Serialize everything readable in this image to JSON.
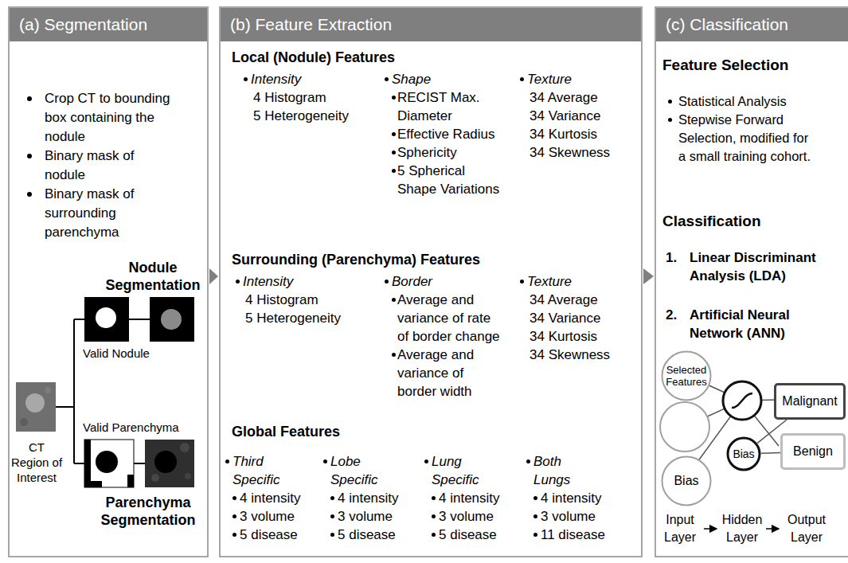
{
  "diagram": {
    "nodes": [
      {
        "text": [
          "(a) Segmentation"
        ]
      },
      {
        "text": [
          "(b) Feature Extraction"
        ]
      },
      {
        "text": [
          "(c) Classification"
        ]
      },
      {
        "text": [
          "Selected Features"
        ],
        "in": 2
      },
      {
        "text": [
          "Bias"
        ],
        "in": 2
      },
      {
        "text": [
          "Bias"
        ],
        "in": 2
      },
      {
        "text": [
          "Malignant"
        ],
        "in": 2
      },
      {
        "text": [
          "Benign"
        ],
        "in": 2
      }
    ],
    "edges": [
      {
        "from": 0,
        "to": 1,
        "arrow": "to"
      },
      {
        "from": 1,
        "to": 2,
        "arrow": "to"
      },
      {
        "from": 5,
        "to": 6,
        "arrow": "none"
      },
      {
        "from": 5,
        "to": 7,
        "arrow": "none"
      }
    ],
    "labels": [
      "Crop CT to bounding box containing the nodule",
      "Binary mask of nodule",
      "Binary mask of surrounding parenchyma",
      "Nodule Segmentation",
      "Valid Nodule",
      "CT Region of Interest",
      "Valid Parenchyma",
      "Parenchyma Segmentation",
      "Local (Nodule) Features",
      "Intensity",
      "4 Histogram",
      "5 Heterogeneity",
      "Shape",
      "RECIST Max. Diameter",
      "Effective Radius",
      "Sphericity",
      "5 Spherical Shape Variations",
      "Texture",
      "34 Average",
      "34 Variance",
      "34 Kurtosis",
      "34 Skewness",
      "Surrounding (Parenchyma) Features",
      "Intensity",
      "4 Histogram",
      "5 Heterogeneity",
      "Border",
      "Average and variance of rate of border change",
      "Average and variance of border width",
      "Texture",
      "34 Average",
      "34 Variance",
      "34 Kurtosis",
      "34 Skewness",
      "Global Features",
      "Third Specific",
      "4 intensity",
      "3 volume",
      "5 disease",
      "Lobe Specific",
      "4 intensity",
      "3 volume",
      "5 disease",
      "Lung Specific",
      "4 intensity",
      "3 volume",
      "5 disease",
      "Both Lungs",
      "4 intensity",
      "3 volume",
      "11 disease",
      "Feature Selection",
      "Statistical Analysis",
      "Stepwise Forward Selection, modified for a small training cohort.",
      "Classification",
      "1.",
      "Linear Discriminant Analysis (LDA)",
      "2.",
      "Artificial Neural Network (ANN)",
      "Input Layer",
      "Hidden Layer",
      "Output Layer"
    ]
  }
}
